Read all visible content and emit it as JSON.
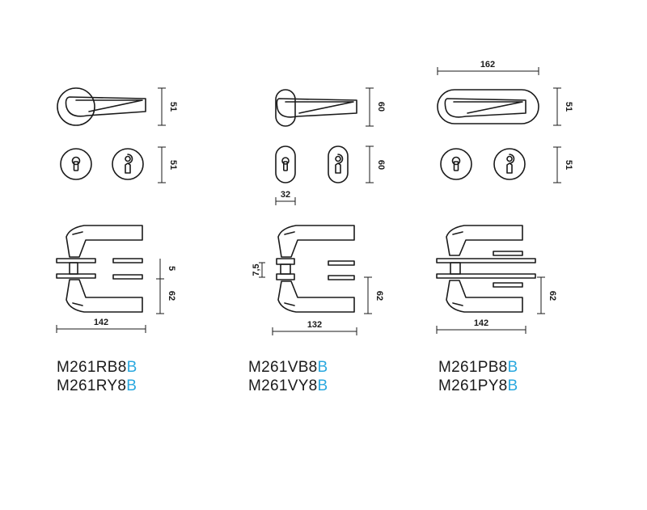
{
  "colors": {
    "line": "#1a1a1a",
    "accent": "#29a8df",
    "background": "#ffffff"
  },
  "models": [
    {
      "dims": {
        "rose": "51",
        "escutcheon": "51",
        "spacing": "5",
        "height": "62",
        "length": "142"
      },
      "codes": [
        {
          "base": "M261RB8",
          "suffix": "B"
        },
        {
          "base": "M261RY8",
          "suffix": "B"
        }
      ]
    },
    {
      "dims": {
        "rose": "60",
        "escutcheon": "60",
        "width": "32",
        "spacing": "7,5",
        "height": "62",
        "length": "132"
      },
      "codes": [
        {
          "base": "M261VB8",
          "suffix": "B"
        },
        {
          "base": "M261VY8",
          "suffix": "B"
        }
      ]
    },
    {
      "dims": {
        "plate_width": "162",
        "rose": "51",
        "escutcheon": "51",
        "height": "62",
        "length": "142"
      },
      "codes": [
        {
          "base": "M261PB8",
          "suffix": "B"
        },
        {
          "base": "M261PY8",
          "suffix": "B"
        }
      ]
    }
  ]
}
